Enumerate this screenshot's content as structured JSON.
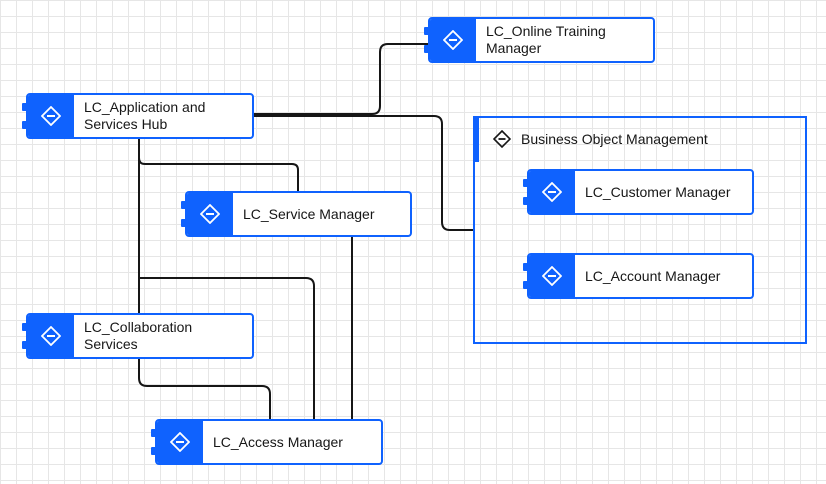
{
  "group": {
    "title": "Business Object Management",
    "icon": "diamond-minus-icon"
  },
  "nodes": {
    "online_training": "LC_Online Training Manager",
    "app_services_hub": "LC_Application and Services Hub",
    "service_manager": "LC_Service Manager",
    "collaboration": "LC_Collaboration Services",
    "access_manager": "LC_Access Manager",
    "customer_manager": "LC_Customer Manager",
    "account_manager": "LC_Account Manager"
  },
  "colors": {
    "accent": "#0f62fe",
    "connector": "#161616",
    "grid": "#e6e6e6"
  },
  "node_icon": "component-diamond-icon"
}
